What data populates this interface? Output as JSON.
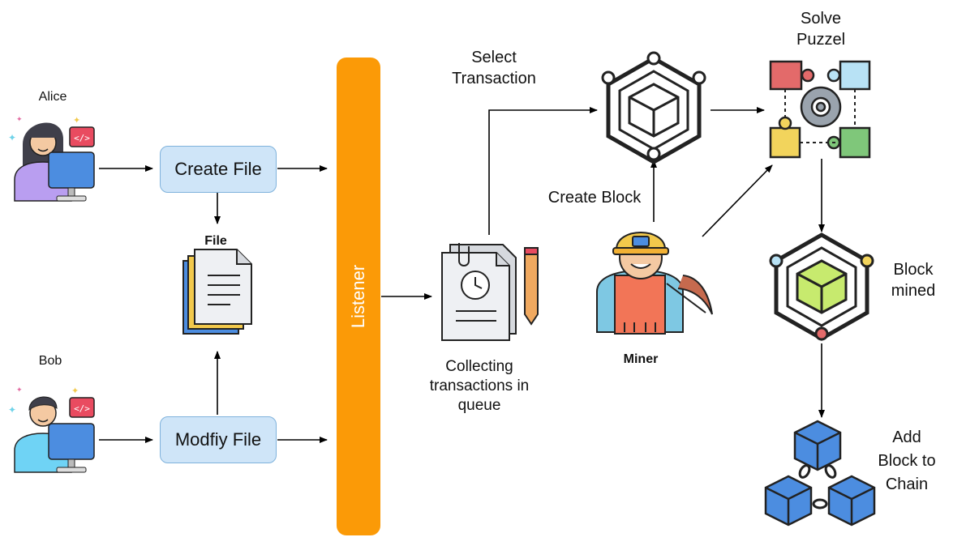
{
  "actors": {
    "alice": "Alice",
    "bob": "Bob"
  },
  "boxes": {
    "create_file": "Create File",
    "modify_file": "Modfiy File"
  },
  "file_label": "File",
  "listener_label": "Listener",
  "collect_label": [
    "Collecting",
    "transactions in",
    "queue"
  ],
  "select_label": [
    "Select",
    "Transaction"
  ],
  "create_block_label": "Create Block",
  "miner_label": "Miner",
  "solve_label": [
    "Solve",
    "Puzzel"
  ],
  "block_mined_label": [
    "Block",
    "mined"
  ],
  "add_block_label": [
    "Add",
    "Block to",
    "Chain"
  ],
  "icons": [
    "alice-person-icon",
    "bob-person-icon",
    "file-stack-icon",
    "transaction-queue-icon",
    "block-hexagon-icon",
    "miner-icon",
    "puzzle-gear-icon",
    "mined-block-icon",
    "blockchain-icon"
  ]
}
